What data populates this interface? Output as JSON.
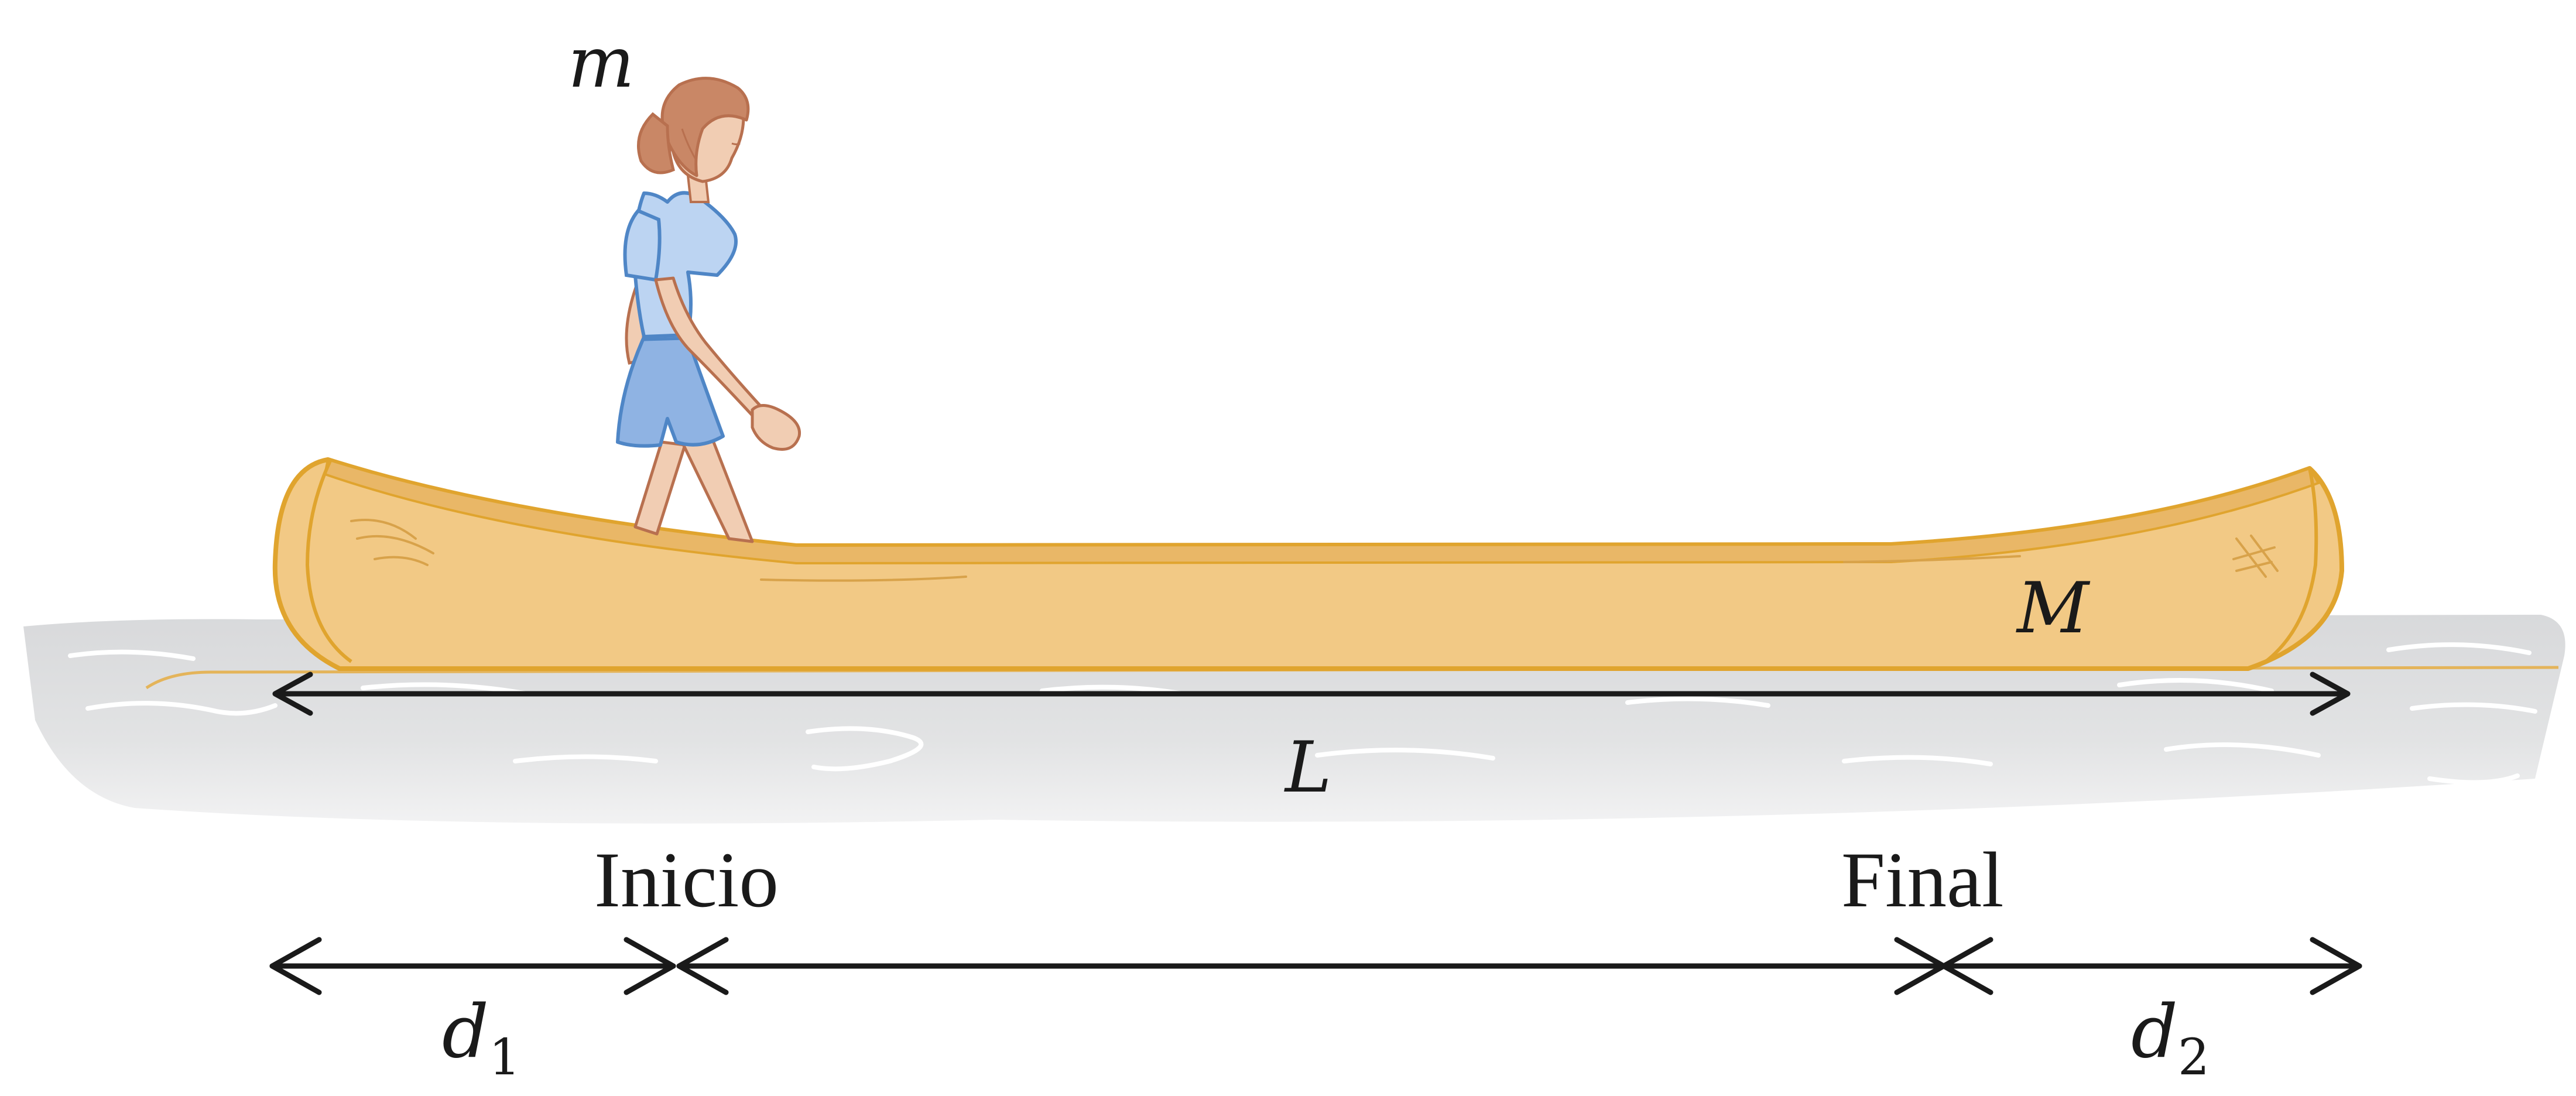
{
  "labels": {
    "person_mass": "m",
    "canoe_mass": "M",
    "canoe_length": "L",
    "start": "Inicio",
    "end": "Final",
    "d1_base": "d",
    "d1_sub": "1",
    "d2_base": "d",
    "d2_sub": "2"
  },
  "colors": {
    "canoe_fill": "#f2c985",
    "canoe_stroke": "#e0a42e",
    "water": "#e1e2e3",
    "shirt": "#bcd4f2",
    "shorts": "#8fb3e3",
    "outline_blue": "#4f86c6",
    "skin": "#f1cdb3",
    "skin_stroke": "#b8704f",
    "hair": "#c98766",
    "arrow": "#1a1a1a"
  }
}
